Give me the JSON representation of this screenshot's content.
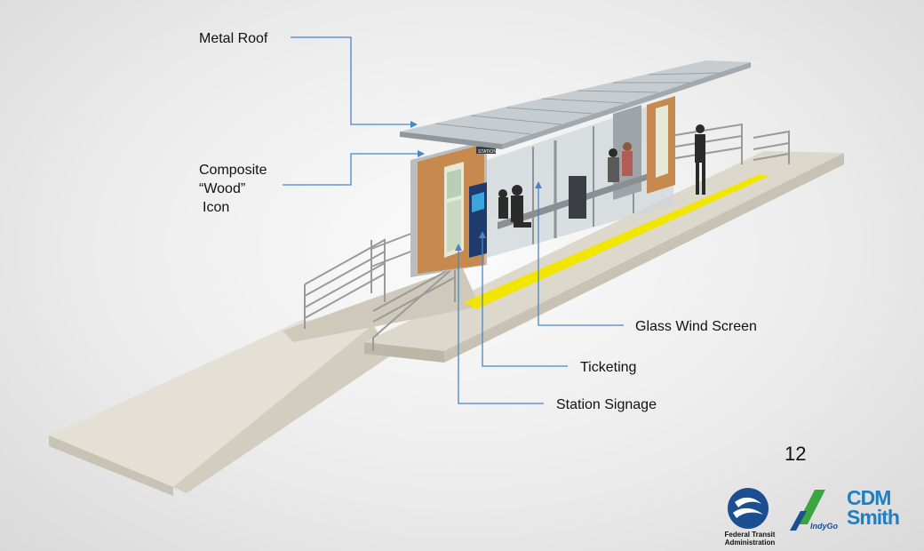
{
  "callouts": {
    "metal_roof": "Metal Roof",
    "composite_wood": [
      "Composite",
      "“Wood”",
      "Icon"
    ],
    "glass_wind_screen": "Glass Wind Screen",
    "ticketing": "Ticketing",
    "station_signage": "Station Signage"
  },
  "slide": {
    "page_number": "12"
  },
  "station_sign_text": "STATION",
  "logos": {
    "fta": "Federal Transit Administration",
    "fta_lines": [
      "Federal Transit",
      "Administration"
    ],
    "indygo": "IndyGo",
    "cdm": [
      "CDM",
      "Smith"
    ]
  },
  "colors": {
    "leader_line": "#4a86c5",
    "tactile_strip": "#f2e600",
    "wood_panel": "#c78a4e",
    "concrete": "#dcd7cb",
    "fta_blue": "#1b4f8f",
    "cdm_blue": "#1e7fc3",
    "indygo_green": "#3aa640"
  }
}
